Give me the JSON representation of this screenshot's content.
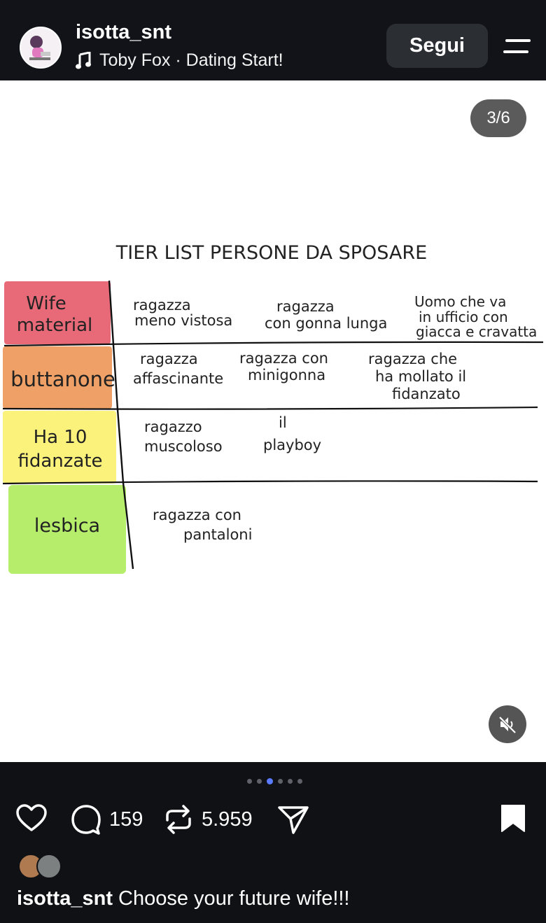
{
  "header": {
    "username": "isotta_snt",
    "music": "Toby Fox · Dating Start!",
    "follow_label": "Segui"
  },
  "media": {
    "counter": "3/6",
    "title": "TIER LIST PERSONE DA SPOSARE",
    "tiers": [
      {
        "label": [
          "Wife",
          "material"
        ],
        "color": "#e86a78",
        "items": [
          [
            "ragazza",
            "meno vistosa"
          ],
          [
            "ragazza",
            "con gonna lunga"
          ],
          [
            "Uomo che va",
            "in ufficio con",
            "giacca e cravatta"
          ]
        ]
      },
      {
        "label": [
          "buttanone"
        ],
        "color": "#eea066",
        "items": [
          [
            "ragazza",
            "affascinante"
          ],
          [
            "ragazza con",
            "minigonna"
          ],
          [
            "ragazza che",
            "ha mollato il",
            "fidanzato"
          ]
        ]
      },
      {
        "label": [
          "Ha 10",
          "fidanzate"
        ],
        "color": "#fbf27c",
        "items": [
          [
            "ragazzo",
            "muscoloso"
          ],
          [
            "il",
            "playboy"
          ]
        ]
      },
      {
        "label": [
          "lesbica"
        ],
        "color": "#b6ee6c",
        "items": [
          [
            "ragazza con",
            "pantaloni"
          ]
        ]
      }
    ]
  },
  "footer": {
    "comments": "159",
    "reposts": "5.959",
    "caption_user": "isotta_snt",
    "caption_text": "Choose your future wife!!!",
    "carousel_total": 6,
    "carousel_active": 3
  }
}
